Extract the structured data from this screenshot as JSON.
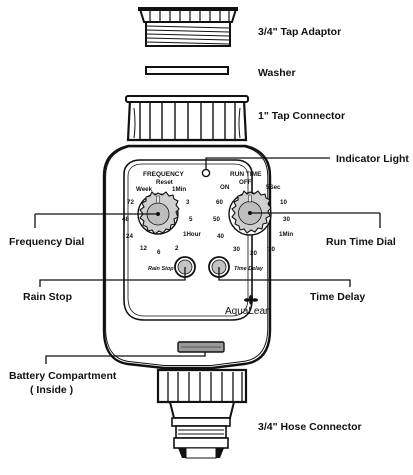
{
  "labels": {
    "tap_adaptor": "3/4\" Tap Adaptor",
    "washer": "Washer",
    "tap_connector": "1\" Tap Connector",
    "indicator_light": "Indicator Light",
    "frequency_dial": "Frequency Dial",
    "run_time_dial": "Run Time Dial",
    "rain_stop": "Rain Stop",
    "time_delay": "Time Delay",
    "battery_line1": "Battery Compartment",
    "battery_line2": "( Inside )",
    "hose_connector": "3/4\" Hose Connector"
  },
  "frequency": {
    "title": "FREQUENCY",
    "reset": "Reset",
    "week": "Week",
    "one_min": "1Min",
    "t72": "72",
    "t3": "3",
    "t48": "48",
    "t5": "5",
    "t24": "24",
    "one_hour": "1Hour",
    "t12": "12",
    "t6": "6",
    "t2": "2"
  },
  "run_time": {
    "title": "RUN TIME",
    "off": "OFF",
    "on": "ON",
    "five_sec": "5Sec",
    "t60": "60",
    "t10a": "10",
    "t50": "50",
    "t30a": "30",
    "t40": "40",
    "one_min": "1Min",
    "t30b": "30",
    "t20": "20",
    "t10b": "10"
  },
  "buttons": {
    "rain_stop": "Rain Stop",
    "time_delay": "Time Delay"
  },
  "brand": "AquaLean"
}
